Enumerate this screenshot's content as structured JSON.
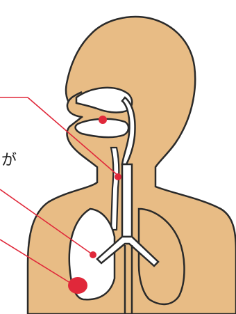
{
  "labels": {
    "fragment": "が"
  },
  "colors": {
    "skin": "#E8BC85",
    "outline": "#2A2A2A",
    "airway_fill": "#FFFFFF",
    "marker": "#E0283A",
    "leader_line": "#E0283A"
  },
  "markers": [
    {
      "name": "nasal-cavity-marker"
    },
    {
      "name": "throat-marker"
    },
    {
      "name": "bronchus-marker"
    },
    {
      "name": "stomach-marker"
    }
  ],
  "icons": {
    "figure": "respiratory-system-diagram"
  }
}
